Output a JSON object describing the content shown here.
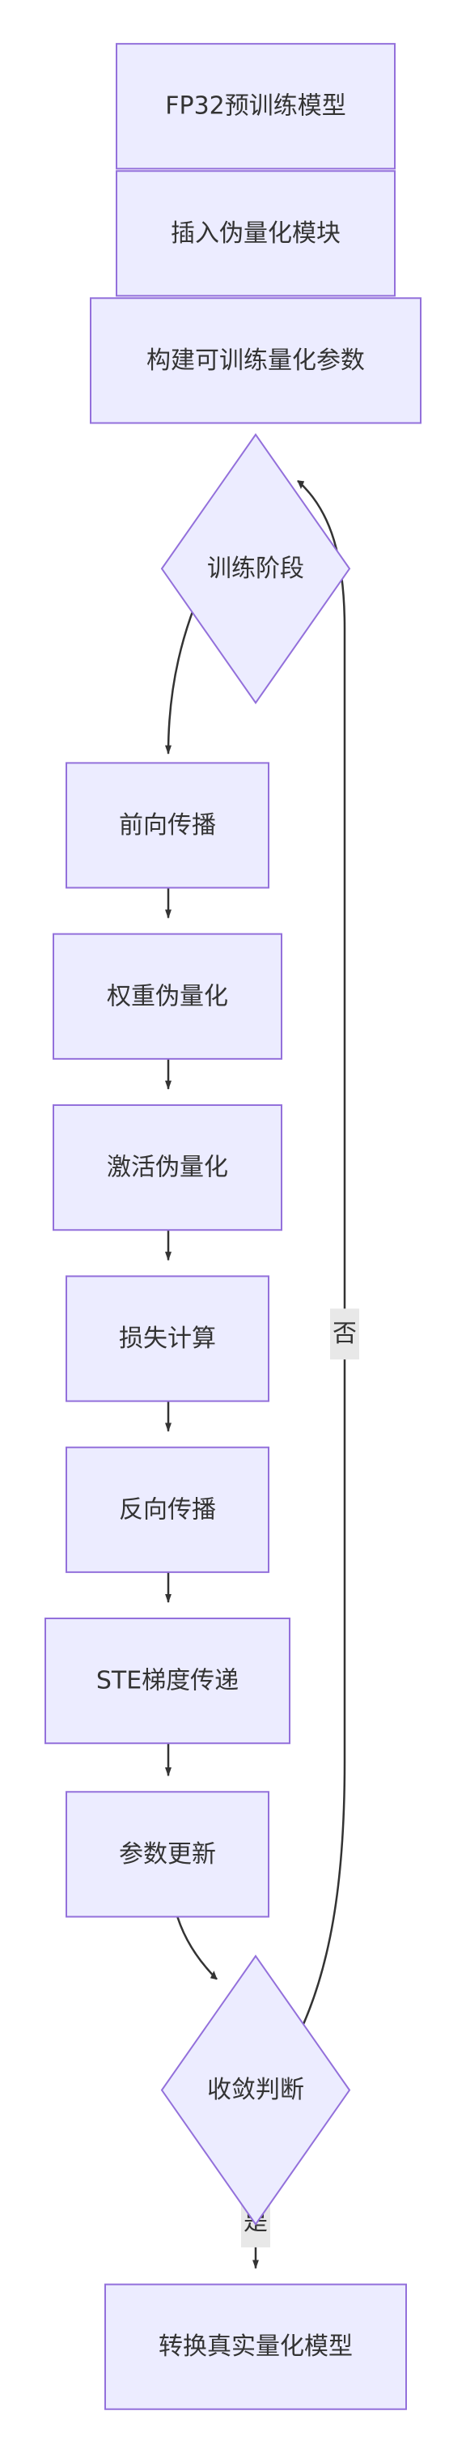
{
  "nodes": {
    "fp32_model": "FP32预训练模型",
    "insert_quant": "插入伪量化模块",
    "build_params": "构建可训练量化参数",
    "training_stage": "训练阶段",
    "forward": "前向传播",
    "weight_fq": "权重伪量化",
    "activation_fq": "激活伪量化",
    "loss": "损失计算",
    "backward": "反向传播",
    "ste": "STE梯度传递",
    "update": "参数更新",
    "converge": "收敛判断",
    "convert": "转换真实量化模型"
  },
  "edges": {
    "no_label": "否",
    "yes_label": "是"
  }
}
